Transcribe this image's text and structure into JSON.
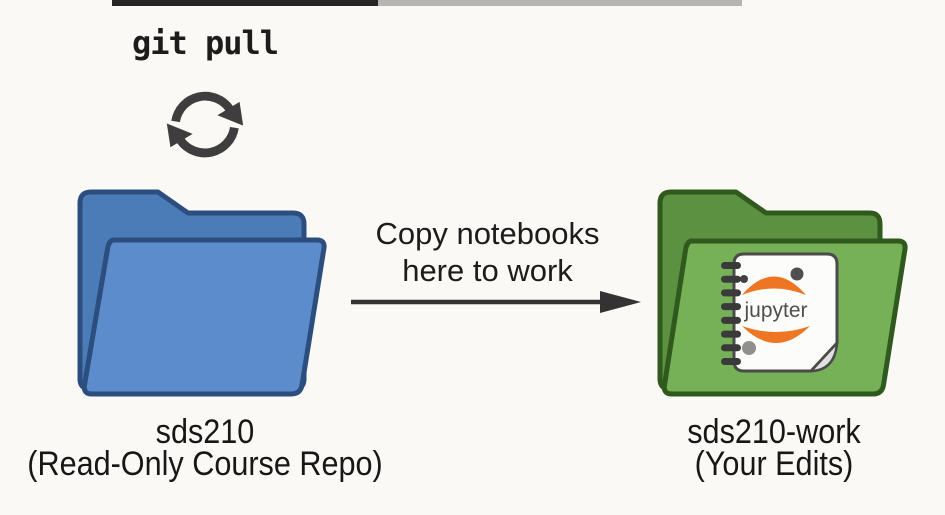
{
  "top_bar": {
    "color": "#262626"
  },
  "left_group": {
    "command_label": "git pull",
    "sync_icon_color": "#3e3e3e",
    "folder": {
      "front_color": "#5d8ccd",
      "back_color": "#4c7cb8",
      "outline_color": "#2c4e7f"
    },
    "caption_line1": "sds210",
    "caption_line2": "(Read-Only Course Repo)"
  },
  "transfer": {
    "label_line1": "Copy notebooks",
    "label_line2": "here to work",
    "arrow_color": "#333333"
  },
  "right_group": {
    "folder": {
      "front_color": "#76b158",
      "back_color": "#5d9142",
      "outline_color": "#2f591d"
    },
    "notebook": {
      "logo_text": "jupyter",
      "logo_orange": "#ee7623",
      "logo_text_color": "#4f4f4f",
      "page_color": "#fcfcfa",
      "outline_color": "#4a4a4a",
      "spiral_color": "#3a3a3a",
      "fold_color": "#e0e0de"
    },
    "caption_line1": "sds210-work",
    "caption_line2": "(Your Edits)"
  }
}
